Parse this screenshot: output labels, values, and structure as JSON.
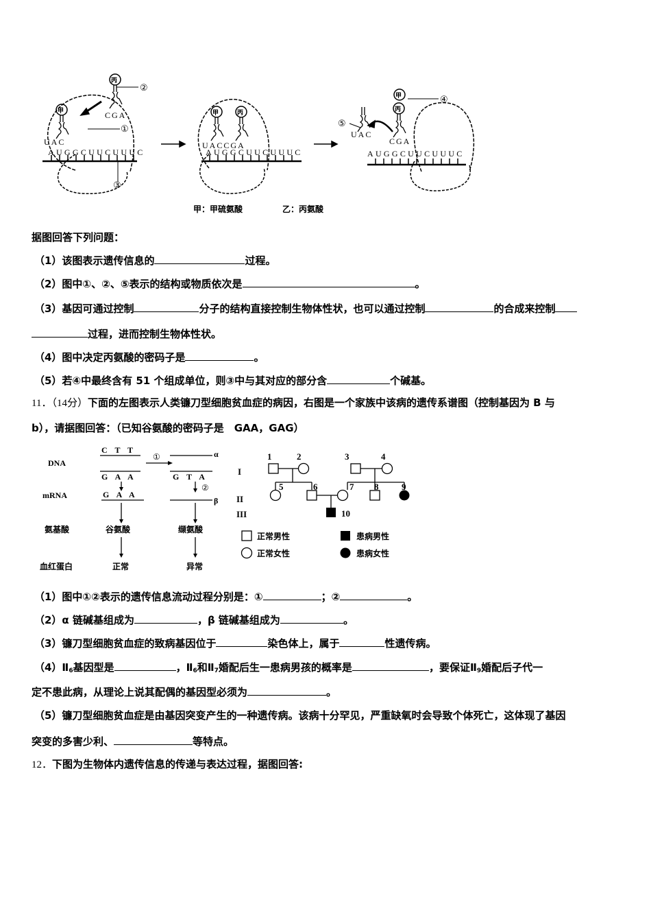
{
  "figure1": {
    "labels": {
      "circle1": "①",
      "circle2": "②",
      "circle3": "③",
      "circle4": "④",
      "circle5": "⑤",
      "jia": "甲",
      "bing": "丙"
    },
    "panel1": {
      "trna_left_anticodon": "UAC",
      "trna_right_anticodon": "CGA",
      "mrna": "AUGGCUUCUUUC"
    },
    "panel2": {
      "anticodons": "UACCGA",
      "mrna": "AUGGCUUCUUUC"
    },
    "panel3": {
      "released_trna_anticodon": "UAC",
      "bound_trna_anticodon": "CGA",
      "mrna": "AUGGCUUCUUUC"
    },
    "legend": {
      "jia": "甲：甲硫氨酸",
      "yi": "乙：丙氨酸"
    }
  },
  "q10": {
    "intro": "据图回答下列问题：",
    "items": [
      {
        "pre": "（1）该图表示遗传信息的",
        "post": "过程。"
      },
      {
        "pre": "（2）图中①、②、⑤表示的结构或物质依次是",
        "post": "。"
      },
      {
        "pre": "（3）基因可通过控制",
        "mid1": "分子的结构直接控制生物体性状，也可以通过控制",
        "mid2": "的合成来控制",
        "line2": "过程，进而控制生物体性状。"
      },
      {
        "pre": "（4）图中决定丙氨酸的密码子是",
        "post": "。"
      },
      {
        "pre": "（5）若④中最终含有 51 个组成单位，则③中与其对应的部分含",
        "post": "个碱基。"
      }
    ]
  },
  "q11": {
    "number": "11．（14分）",
    "line1": "下面的左图表示人类镰刀型细胞贫血症的病因，右图是一个家族中该病的遗传系谱图（控制基因为 B 与",
    "line2": "b），请据图回答：（已知谷氨酸的密码子是　GAA，GAG）",
    "figure_left": {
      "row_labels": [
        "DNA",
        "mRNA",
        "氨基酸",
        "血红蛋白"
      ],
      "normal": {
        "dna_top": "C T T",
        "dna_bottom": "G A A",
        "mrna": "G A A",
        "amino": "谷氨酸",
        "protein": "正常"
      },
      "mutant": {
        "dna_bottom": "G T A",
        "amino": "缬氨酸",
        "protein": "异常",
        "alpha": "α",
        "beta": "β"
      },
      "step1": "①",
      "step2": "②"
    },
    "pedigree": {
      "generations": [
        "I",
        "II",
        "III"
      ],
      "individuals": [
        "1",
        "2",
        "3",
        "4",
        "5",
        "6",
        "7",
        "8",
        "9",
        "10"
      ],
      "legend": {
        "normal_male": "正常男性",
        "affected_male": "患病男性",
        "normal_female": "正常女性",
        "affected_female": "患病女性"
      }
    },
    "items": [
      {
        "pre": "（1）图中①②表示的遗传信息流动过程分别是：①",
        "mid": "；②",
        "post": "。"
      },
      {
        "pre": "（2）α 链碱基组成为",
        "mid": "，β 链碱基组成为",
        "post": "。"
      },
      {
        "pre": "（3）镰刀型细胞贫血症的致病基因位于",
        "mid": "染色体上，属于",
        "post": "性遗传病。"
      },
      {
        "p1": "（4）Ⅱ",
        "s1": "6",
        "p2": "基因型是",
        "p3": "，Ⅱ",
        "s2": "6",
        "p4": "和Ⅱ",
        "s3": "7",
        "p5": "婚配后生一患病男孩的概率是",
        "p6": "，要保证Ⅱ",
        "s4": "9",
        "p7": "婚配后子代一",
        "line2": "定不患此病，从理论上说其配偶的基因型必须为",
        "post": "。"
      },
      {
        "line1": "（5）镰刀型细胞贫血症是由基因突变产生的一种遗传病。该病十分罕见，严重缺氧时会导致个体死亡，这体现了基因",
        "line2": "突变的多害少利、",
        "post": "等特点。"
      }
    ]
  },
  "q12": {
    "number": "12．",
    "text": "下图为生物体内遗传信息的传递与表达过程，据图回答:"
  }
}
